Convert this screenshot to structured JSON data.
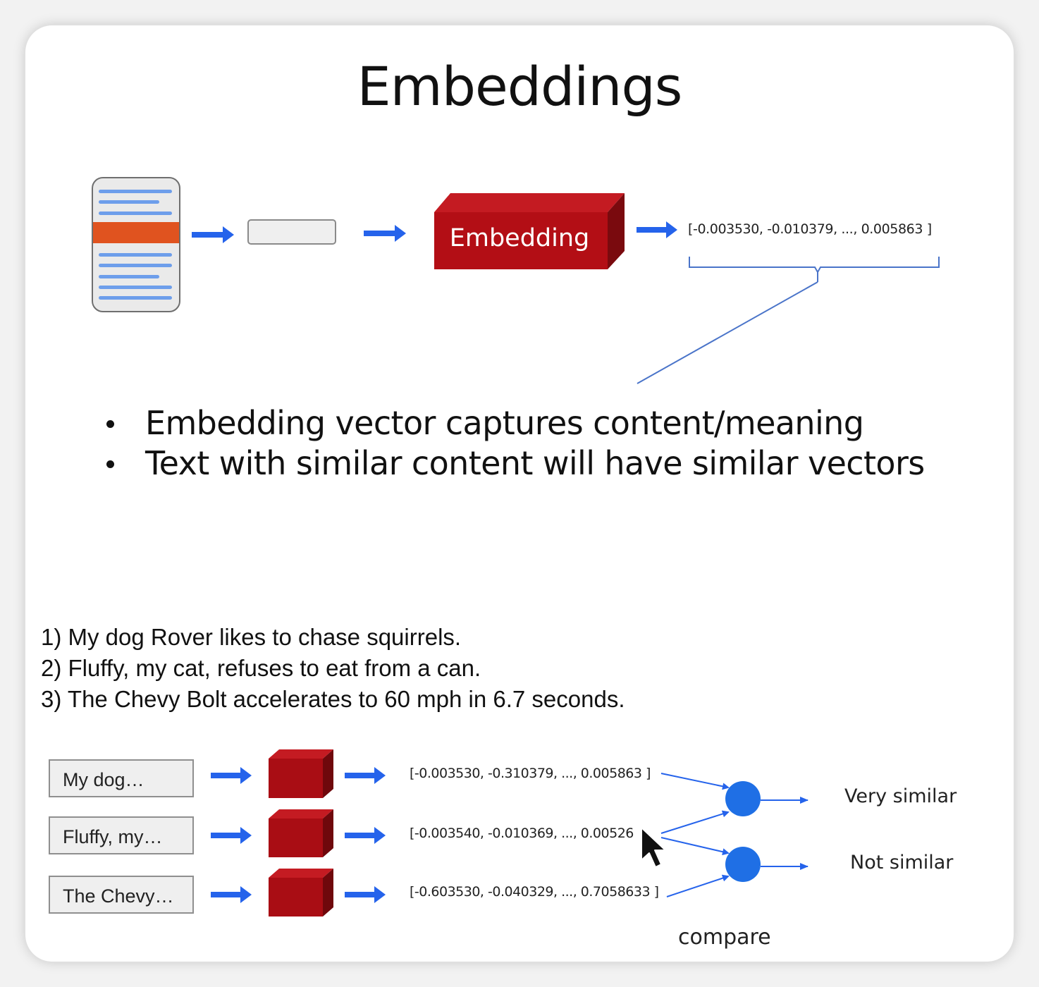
{
  "title": "Embeddings",
  "top_diagram": {
    "model_label": "Embedding",
    "vector": "[-0.003530, -0.010379, ..., 0.005863 ]"
  },
  "bullets": [
    "Embedding vector captures content/meaning",
    "Text with similar content will have similar vectors"
  ],
  "examples": [
    "1) My dog Rover likes to chase squirrels.",
    "2) Fluffy, my cat, refuses to eat from a can.",
    "3) The Chevy Bolt accelerates to 60 mph in 6.7 seconds."
  ],
  "comparison": {
    "inputs": [
      "My dog…",
      "Fluffy, my…",
      "The Chevy…"
    ],
    "vectors": [
      "[-0.003530, -0.310379, ..., 0.005863 ]",
      "[-0.003540, -0.010369, ..., 0.00526",
      "[-0.603530, -0.040329, ..., 0.7058633 ]"
    ],
    "results": [
      "Very similar",
      "Not similar"
    ],
    "compare_label": "compare"
  },
  "colors": {
    "arrow_blue": "#2563eb",
    "embedding_red": "#b30e15",
    "highlight_orange": "#e0531f",
    "doc_line_blue": "#6d9eeb",
    "node_blue": "#1f6fe5"
  },
  "icons": [
    "document-icon",
    "arrow-right-icon",
    "embedding-box-icon",
    "compare-node-icon",
    "mouse-cursor-icon"
  ]
}
